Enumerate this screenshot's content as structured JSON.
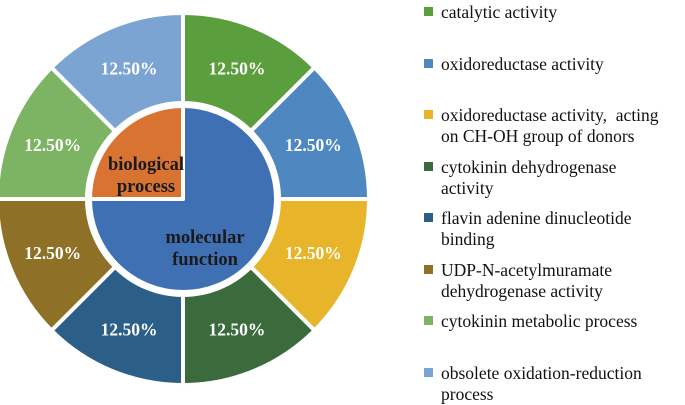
{
  "chart_data": {
    "type": "pie",
    "variant": "two-level-donut",
    "title": "",
    "layout": {
      "legend_position": "right",
      "start_angle_deg": 0,
      "direction": "clockwise",
      "grid": false
    },
    "inner_pie": {
      "segments": [
        {
          "label": "molecular function",
          "label_lines": [
            "molecular",
            "function"
          ],
          "value_pct": 75,
          "color": "#4070b4"
        },
        {
          "label": "biological process",
          "label_lines": [
            "biological",
            "process"
          ],
          "value_pct": 25,
          "color": "#d87331"
        }
      ]
    },
    "outer_ring": {
      "segments": [
        {
          "category": "catalytic activity",
          "value_pct": 12.5,
          "label": "12.50%",
          "color": "#5a9e3e",
          "parent": "molecular function"
        },
        {
          "category": "oxidoreductase activity",
          "value_pct": 12.5,
          "label": "12.50%",
          "color": "#4f87c1",
          "parent": "molecular function"
        },
        {
          "category": "oxidoreductase activity, acting on CH-OH group of donors",
          "value_pct": 12.5,
          "label": "12.50%",
          "color": "#e8b429",
          "parent": "molecular function"
        },
        {
          "category": "cytokinin dehydrogenase activity",
          "value_pct": 12.5,
          "label": "12.50%",
          "color": "#3b6a3d",
          "parent": "molecular function"
        },
        {
          "category": "flavin adenine dinucleotide binding",
          "value_pct": 12.5,
          "label": "12.50%",
          "color": "#2b5f88",
          "parent": "molecular function"
        },
        {
          "category": "UDP-N-acetylmuramate dehydrogenase activity",
          "value_pct": 12.5,
          "label": "12.50%",
          "color": "#8e7026",
          "parent": "molecular function"
        },
        {
          "category": "cytokinin metabolic process",
          "value_pct": 12.5,
          "label": "12.50%",
          "color": "#7db464",
          "parent": "biological process"
        },
        {
          "category": "obsolete oxidation-reduction process",
          "value_pct": 12.5,
          "label": "12.50%",
          "color": "#7ca4d3",
          "parent": "biological process"
        }
      ]
    },
    "legend": [
      {
        "lines": [
          "catalytic activity"
        ],
        "color": "#5a9e3e"
      },
      {
        "lines": [
          "oxidoreductase activity"
        ],
        "color": "#4f87c1"
      },
      {
        "lines": [
          "oxidoreductase activity,  acting",
          "on CH-OH group of donors"
        ],
        "color": "#e8b429"
      },
      {
        "lines": [
          "cytokinin dehydrogenase",
          "activity"
        ],
        "color": "#3b6a3d"
      },
      {
        "lines": [
          "flavin adenine dinucleotide",
          "binding"
        ],
        "color": "#2b5f88"
      },
      {
        "lines": [
          "UDP-N-acetylmuramate",
          "dehydrogenase activity"
        ],
        "color": "#8e7026"
      },
      {
        "lines": [
          "cytokinin metabolic process"
        ],
        "color": "#7db464"
      },
      {
        "lines": [
          "obsolete oxidation-reduction",
          "process"
        ],
        "color": "#7ca4d3"
      }
    ]
  }
}
